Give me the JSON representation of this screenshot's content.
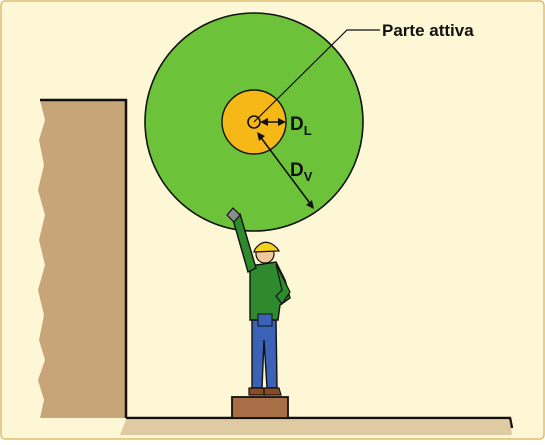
{
  "labels": {
    "callout": "Parte attiva",
    "dl_main": "D",
    "dl_sub": "L",
    "dv_main": "D",
    "dv_sub": "V"
  },
  "colors": {
    "background": "#fdf7d6",
    "border": "#e1bd68",
    "wall": "#c8a578",
    "outer_zone": "#6cc33a",
    "inner_zone": "#f5b817",
    "worker_shirt": "#2f8a2e",
    "worker_pants": "#3a63b8",
    "helmet": "#f6d01e",
    "box": "#a86e45"
  }
}
